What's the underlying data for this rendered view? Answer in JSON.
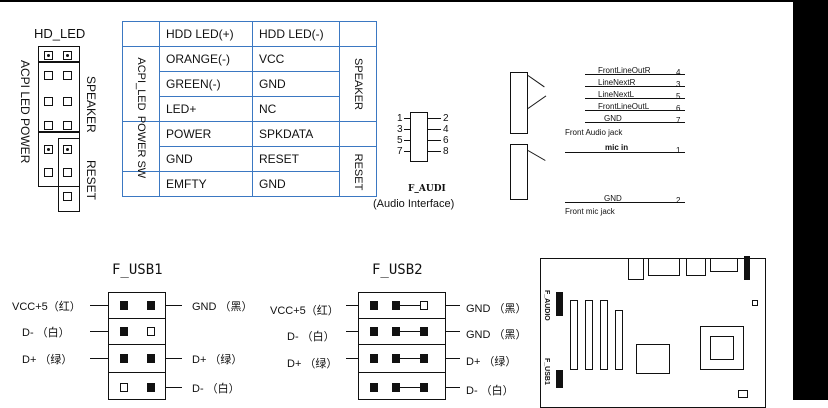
{
  "front_panel": {
    "header_title": "HD_LED",
    "acpi_led_label": "ACPI LED POWER",
    "speaker_label": "SPEAKER",
    "reset_label": "RESET",
    "table": {
      "header": [
        "HDD LED(+)",
        "HDD LED(-)"
      ],
      "groups": {
        "acpi_led": "ACPI_LED",
        "power_sw": "POWER SW",
        "speaker": "SPEAKER",
        "reset": "RESET"
      },
      "rows": [
        [
          "ORANGE(-)",
          "VCC"
        ],
        [
          "GREEN(-)",
          "GND"
        ],
        [
          "LED+",
          "NC"
        ],
        [
          "POWER",
          "SPKDATA"
        ],
        [
          "GND",
          "RESET"
        ],
        [
          "EMFTY",
          "GND"
        ]
      ]
    }
  },
  "audio": {
    "pin_numbers_left": [
      "1",
      "3",
      "5",
      "7"
    ],
    "pin_numbers_right": [
      "2",
      "4",
      "6",
      "8"
    ],
    "connector_name": "F_AUDI",
    "connector_caption": "(Audio Interface)",
    "jack_lines": [
      {
        "label": "FrontLineOutR",
        "num": "4"
      },
      {
        "label": "LineNextR",
        "num": "3"
      },
      {
        "label": "LineNextL",
        "num": "5"
      },
      {
        "label": "FrontLineOutL",
        "num": "6"
      },
      {
        "label": "GND",
        "num": "7"
      }
    ],
    "jack1_caption": "Front Audio jack",
    "mic_in_label": "mic in",
    "mic_in_num": "1",
    "mic_gnd_label": "GND",
    "mic_gnd_num": "2",
    "jack2_caption": "Front mic jack"
  },
  "usb1": {
    "title": "F_USB1",
    "left": [
      "VCC+5（红）",
      "D- （白）",
      "D+ （绿）"
    ],
    "right": [
      "GND （黑）",
      "D+ （绿）",
      "D- （白）"
    ]
  },
  "usb2": {
    "title": "F_USB2",
    "left": [
      "VCC+5（红）",
      "D- （白）",
      "D+ （绿）"
    ],
    "right": [
      "GND （黑）",
      "GND （黑）",
      "D+ （绿）",
      "D- （白）"
    ]
  },
  "board": {
    "label_audio": "F_AUDIO",
    "label_usb": "F_USB1"
  }
}
